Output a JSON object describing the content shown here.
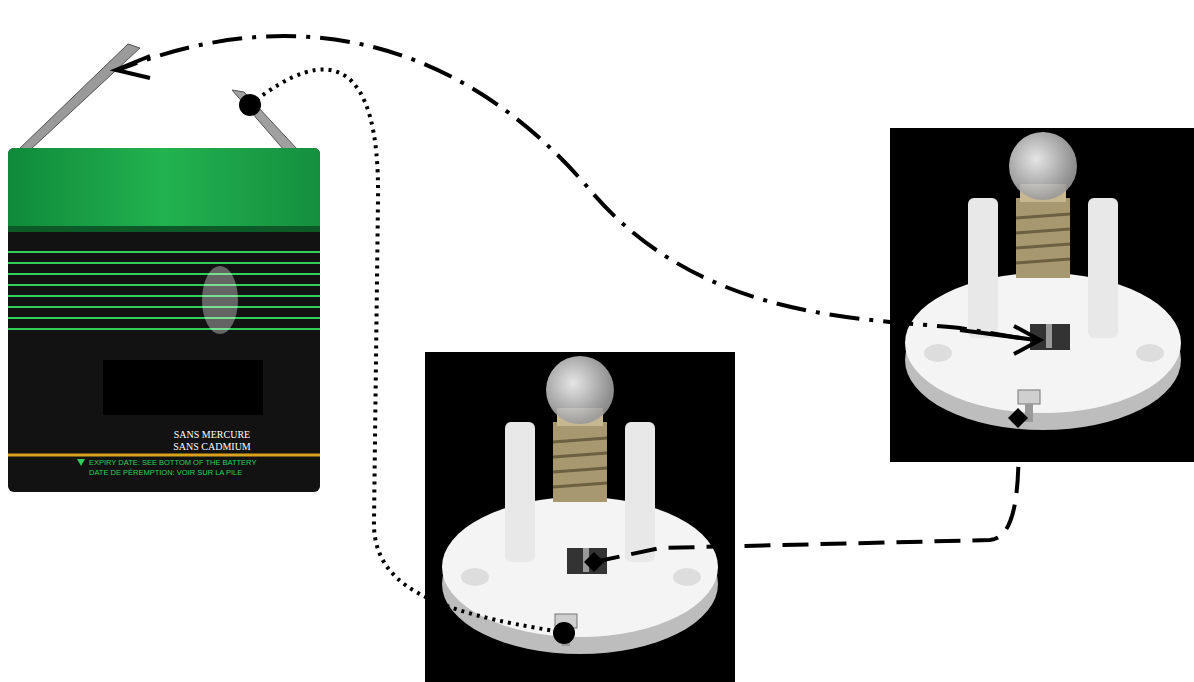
{
  "diagram": {
    "labels": [
      "SANS MERCURE",
      "SANS CADMIUM",
      "EXPIRY DATE: SEE BOTTOM OF THE BATTERY",
      "DATE DE PÉREMPTION: VOIR SUR LA PILE"
    ]
  }
}
